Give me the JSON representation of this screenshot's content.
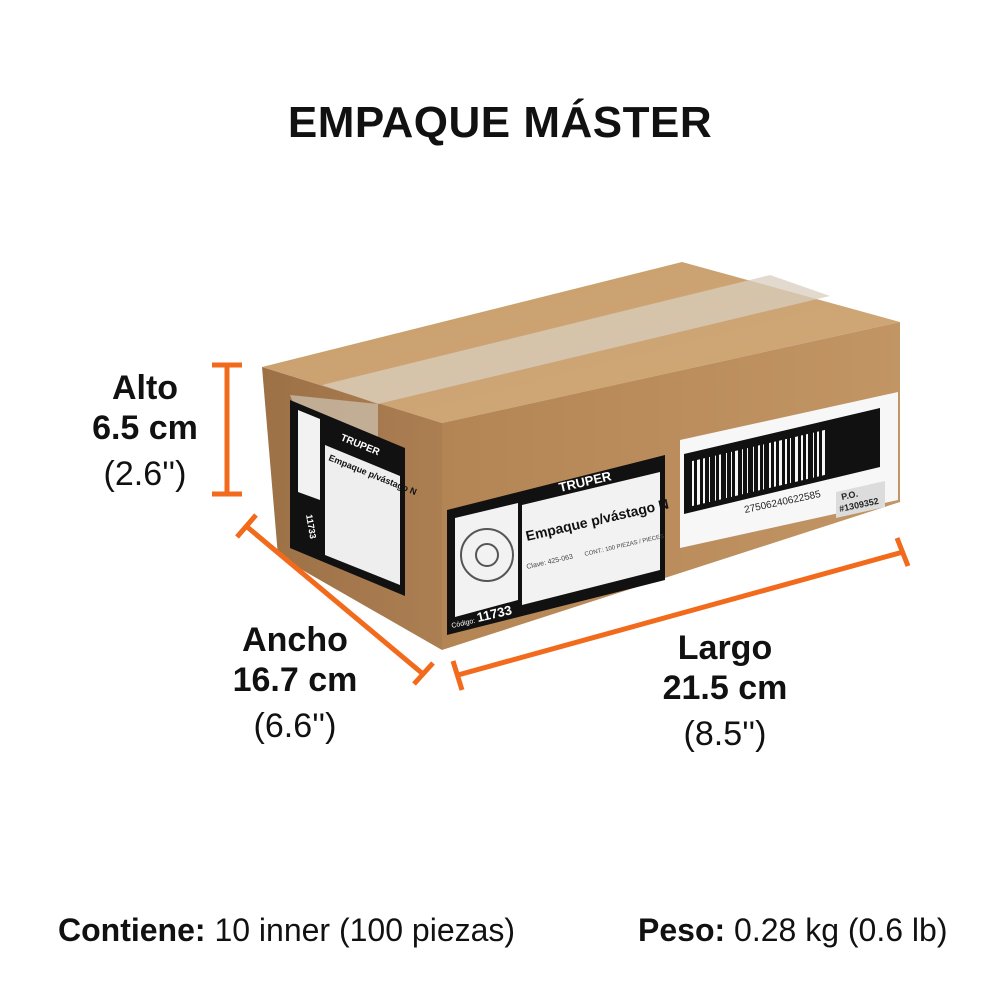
{
  "title": "EMPAQUE MÁSTER",
  "dimensions": {
    "alto": {
      "label": "Alto",
      "metric": "6.5 cm",
      "imperial": "(2.6'')"
    },
    "ancho": {
      "label": "Ancho",
      "metric": "16.7 cm",
      "imperial": "(6.6'')"
    },
    "largo": {
      "label": "Largo",
      "metric": "21.5 cm",
      "imperial": "(8.5'')"
    }
  },
  "box_label": {
    "brand": "TRUPER",
    "product": "Empaque p/vástago N",
    "clave": "Clave: 425-063",
    "content": "CONT.: 100 PIEZAS / PIECES",
    "codigo_label": "Código:",
    "codigo": "11733"
  },
  "side_label": {
    "brand": "TRUPER",
    "product": "Empaque p/vástago N",
    "codigo": "11733"
  },
  "barcode": {
    "number": "27506240622585",
    "po_label": "P.O.",
    "po_number": "#1309352"
  },
  "footer": {
    "contents_label": "Contiene:",
    "contents_value": "10 inner (100 piezas)",
    "weight_label": "Peso:",
    "weight_value": "0.28 kg (0.6 lb)"
  },
  "colors": {
    "accent": "#f26a1b",
    "cardboard_front": "#b88a5a",
    "cardboard_top": "#c9a070",
    "cardboard_side": "#a67a4c"
  }
}
